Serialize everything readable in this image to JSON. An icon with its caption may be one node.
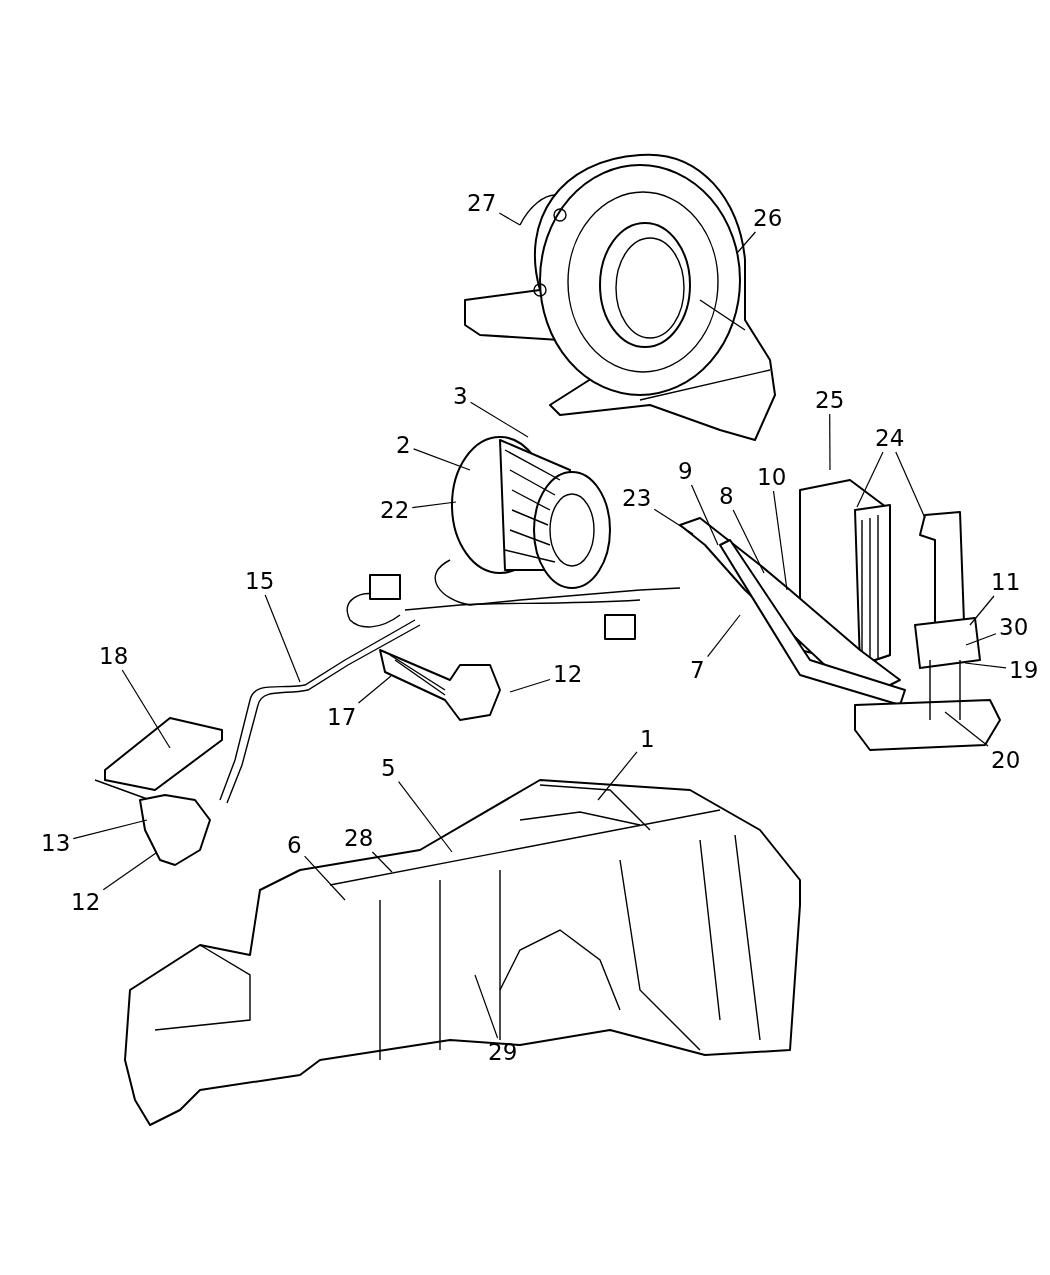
{
  "diagram": {
    "nodes": [
      {
        "text": [
          "27"
        ]
      },
      {
        "text": [
          "26"
        ]
      },
      {
        "text": [
          "3"
        ]
      },
      {
        "text": [
          "2"
        ]
      },
      {
        "text": [
          "22"
        ]
      },
      {
        "text": [
          "25"
        ]
      },
      {
        "text": [
          "24"
        ]
      },
      {
        "text": [
          "9"
        ]
      },
      {
        "text": [
          "8"
        ]
      },
      {
        "text": [
          "10"
        ]
      },
      {
        "text": [
          "23"
        ]
      },
      {
        "text": [
          "11"
        ]
      },
      {
        "text": [
          "30"
        ]
      },
      {
        "text": [
          "7"
        ]
      },
      {
        "text": [
          "19"
        ]
      },
      {
        "text": [
          "15"
        ]
      },
      {
        "text": [
          "18"
        ]
      },
      {
        "text": [
          "12"
        ]
      },
      {
        "text": [
          "17"
        ]
      },
      {
        "text": [
          "20"
        ]
      },
      {
        "text": [
          "1"
        ]
      },
      {
        "text": [
          "5"
        ]
      },
      {
        "text": [
          "28"
        ]
      },
      {
        "text": [
          "13"
        ]
      },
      {
        "text": [
          "6"
        ]
      },
      {
        "text": [
          "12"
        ]
      },
      {
        "text": [
          "29"
        ]
      }
    ],
    "edges": [
      {
        "from": 0,
        "to": null,
        "arrow": "none"
      },
      {
        "from": 1,
        "to": null,
        "arrow": "none"
      },
      {
        "from": 2,
        "to": null,
        "arrow": "none"
      },
      {
        "from": 3,
        "to": null,
        "arrow": "none"
      },
      {
        "from": 4,
        "to": null,
        "arrow": "none"
      },
      {
        "from": 5,
        "to": null,
        "arrow": "none"
      },
      {
        "from": 6,
        "to": null,
        "arrow": "none"
      },
      {
        "from": 6,
        "to": null,
        "arrow": "none"
      },
      {
        "from": 7,
        "to": null,
        "arrow": "none"
      },
      {
        "from": 8,
        "to": null,
        "arrow": "none"
      },
      {
        "from": 9,
        "to": null,
        "arrow": "none"
      },
      {
        "from": 10,
        "to": null,
        "arrow": "none"
      },
      {
        "from": 11,
        "to": null,
        "arrow": "none"
      },
      {
        "from": 12,
        "to": null,
        "arrow": "none"
      },
      {
        "from": 13,
        "to": null,
        "arrow": "none"
      },
      {
        "from": 14,
        "to": null,
        "arrow": "none"
      },
      {
        "from": 15,
        "to": null,
        "arrow": "none"
      },
      {
        "from": 16,
        "to": null,
        "arrow": "none"
      },
      {
        "from": 17,
        "to": null,
        "arrow": "none"
      },
      {
        "from": 18,
        "to": null,
        "arrow": "none"
      },
      {
        "from": 19,
        "to": null,
        "arrow": "none"
      },
      {
        "from": 20,
        "to": null,
        "arrow": "none"
      },
      {
        "from": 21,
        "to": null,
        "arrow": "none"
      },
      {
        "from": 22,
        "to": null,
        "arrow": "none"
      },
      {
        "from": 23,
        "to": null,
        "arrow": "none"
      },
      {
        "from": 24,
        "to": null,
        "arrow": "none"
      },
      {
        "from": 25,
        "to": null,
        "arrow": "none"
      },
      {
        "from": 26,
        "to": null,
        "arrow": "none"
      }
    ]
  }
}
